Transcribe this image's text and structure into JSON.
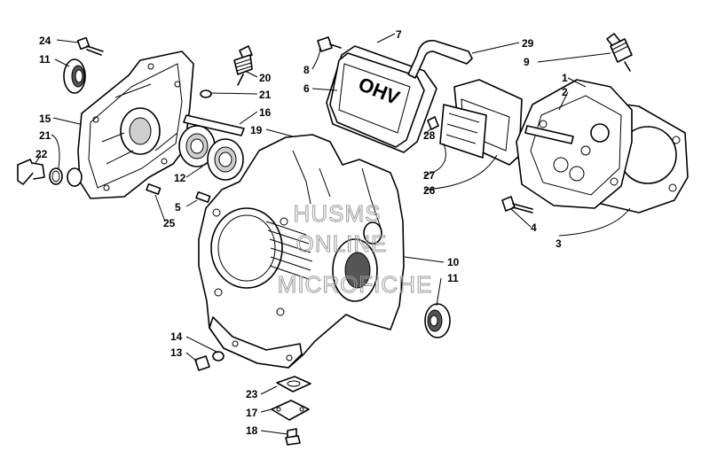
{
  "watermark": {
    "lines": [
      "HUSMS",
      "ONLINE",
      "MICROFICHE"
    ]
  },
  "callouts": [
    {
      "id": "c24",
      "text": "24"
    },
    {
      "id": "c11a",
      "text": "11"
    },
    {
      "id": "c15",
      "text": "15"
    },
    {
      "id": "c21a",
      "text": "21"
    },
    {
      "id": "c22",
      "text": "22"
    },
    {
      "id": "c20",
      "text": "20"
    },
    {
      "id": "c21b",
      "text": "21"
    },
    {
      "id": "c16",
      "text": "16"
    },
    {
      "id": "c19",
      "text": "19"
    },
    {
      "id": "c12",
      "text": "12"
    },
    {
      "id": "c5",
      "text": "5"
    },
    {
      "id": "c25",
      "text": "25"
    },
    {
      "id": "c7",
      "text": "7"
    },
    {
      "id": "c8",
      "text": "8"
    },
    {
      "id": "c6",
      "text": "6"
    },
    {
      "id": "c29",
      "text": "29"
    },
    {
      "id": "c9",
      "text": "9"
    },
    {
      "id": "c1",
      "text": "1"
    },
    {
      "id": "c2",
      "text": "2"
    },
    {
      "id": "c28",
      "text": "28"
    },
    {
      "id": "c27",
      "text": "27"
    },
    {
      "id": "c26",
      "text": "26"
    },
    {
      "id": "c4",
      "text": "4"
    },
    {
      "id": "c3",
      "text": "3"
    },
    {
      "id": "c10",
      "text": "10"
    },
    {
      "id": "c11b",
      "text": "11"
    },
    {
      "id": "c14",
      "text": "14"
    },
    {
      "id": "c13",
      "text": "13"
    },
    {
      "id": "c23",
      "text": "23"
    },
    {
      "id": "c17",
      "text": "17"
    },
    {
      "id": "c18",
      "text": "18"
    }
  ],
  "valve_cover_marking": "OHV"
}
